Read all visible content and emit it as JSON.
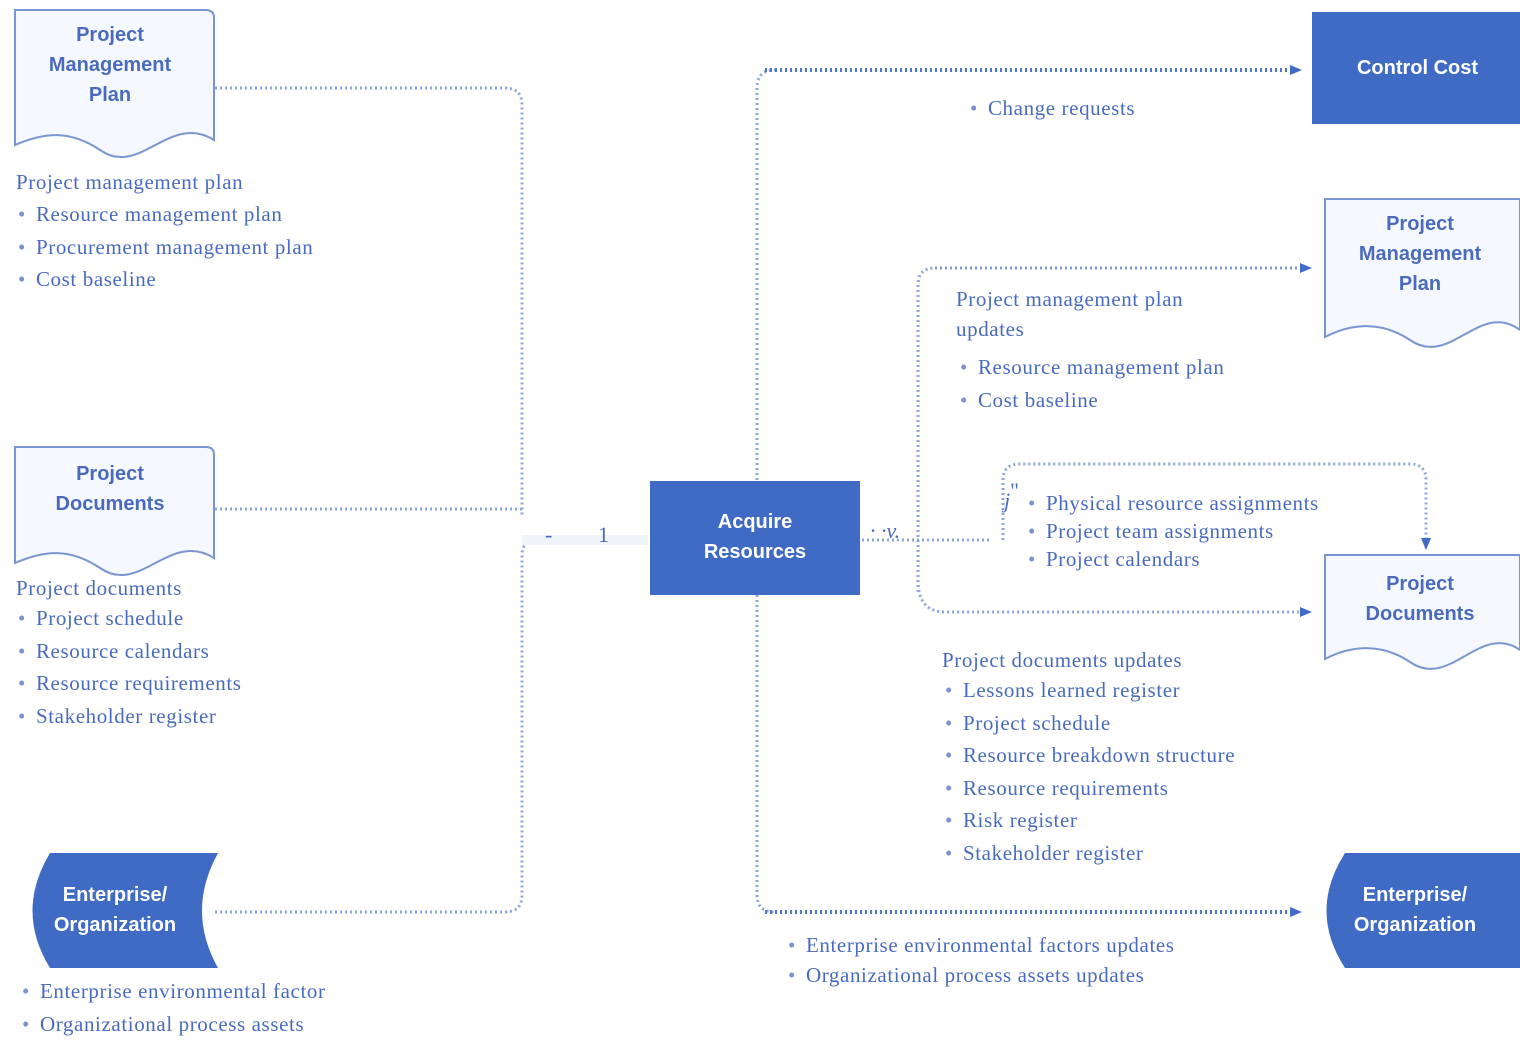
{
  "colors": {
    "box_fill": "#3f6bc4",
    "doc_stroke": "#7a96d2",
    "doc_fill": "#f5f8fe",
    "text": "#4a6bbd",
    "connector": "#8ea6db"
  },
  "inputs": {
    "pm_plan": {
      "label": "Project Management Plan",
      "heading": "Project management plan",
      "items": [
        "Resource management plan",
        "Procurement management plan",
        "Cost baseline"
      ]
    },
    "project_documents": {
      "label": "Project Documents",
      "heading": "Project documents",
      "items": [
        "Project schedule",
        "Resource calendars",
        "Resource requirements",
        "Stakeholder register"
      ]
    },
    "enterprise": {
      "label": "Enterprise/ Organization",
      "items": [
        "Enterprise environmental factor",
        "Organizational process assets"
      ]
    }
  },
  "process": {
    "label": "Acquire Resources"
  },
  "outputs": {
    "control_cost": {
      "label": "Control Cost",
      "items": [
        "Change requests"
      ]
    },
    "pm_plan": {
      "label": "Project Management Plan",
      "heading": "Project management plan updates",
      "items": [
        "Resource management plan",
        "Cost baseline"
      ]
    },
    "assignments": {
      "items": [
        "Physical resource assignments",
        "Project team assignments",
        "Project calendars"
      ]
    },
    "project_documents": {
      "label": "Project Documents",
      "heading": "Project documents updates",
      "items": [
        "Lessons learned register",
        "Project schedule",
        "Resource breakdown structure",
        "Resource requirements",
        "Risk register",
        "Stakeholder register"
      ]
    },
    "enterprise": {
      "label": "Enterprise/ Organization",
      "items": [
        "Enterprise environmental factors updates",
        "Organizational process assets updates"
      ]
    }
  },
  "artifacts": {
    "merge_dash": "-",
    "merge_one": "1",
    "v_mark": "· ·v.",
    "quote_mark": "\"",
    "j_mark": "j"
  }
}
